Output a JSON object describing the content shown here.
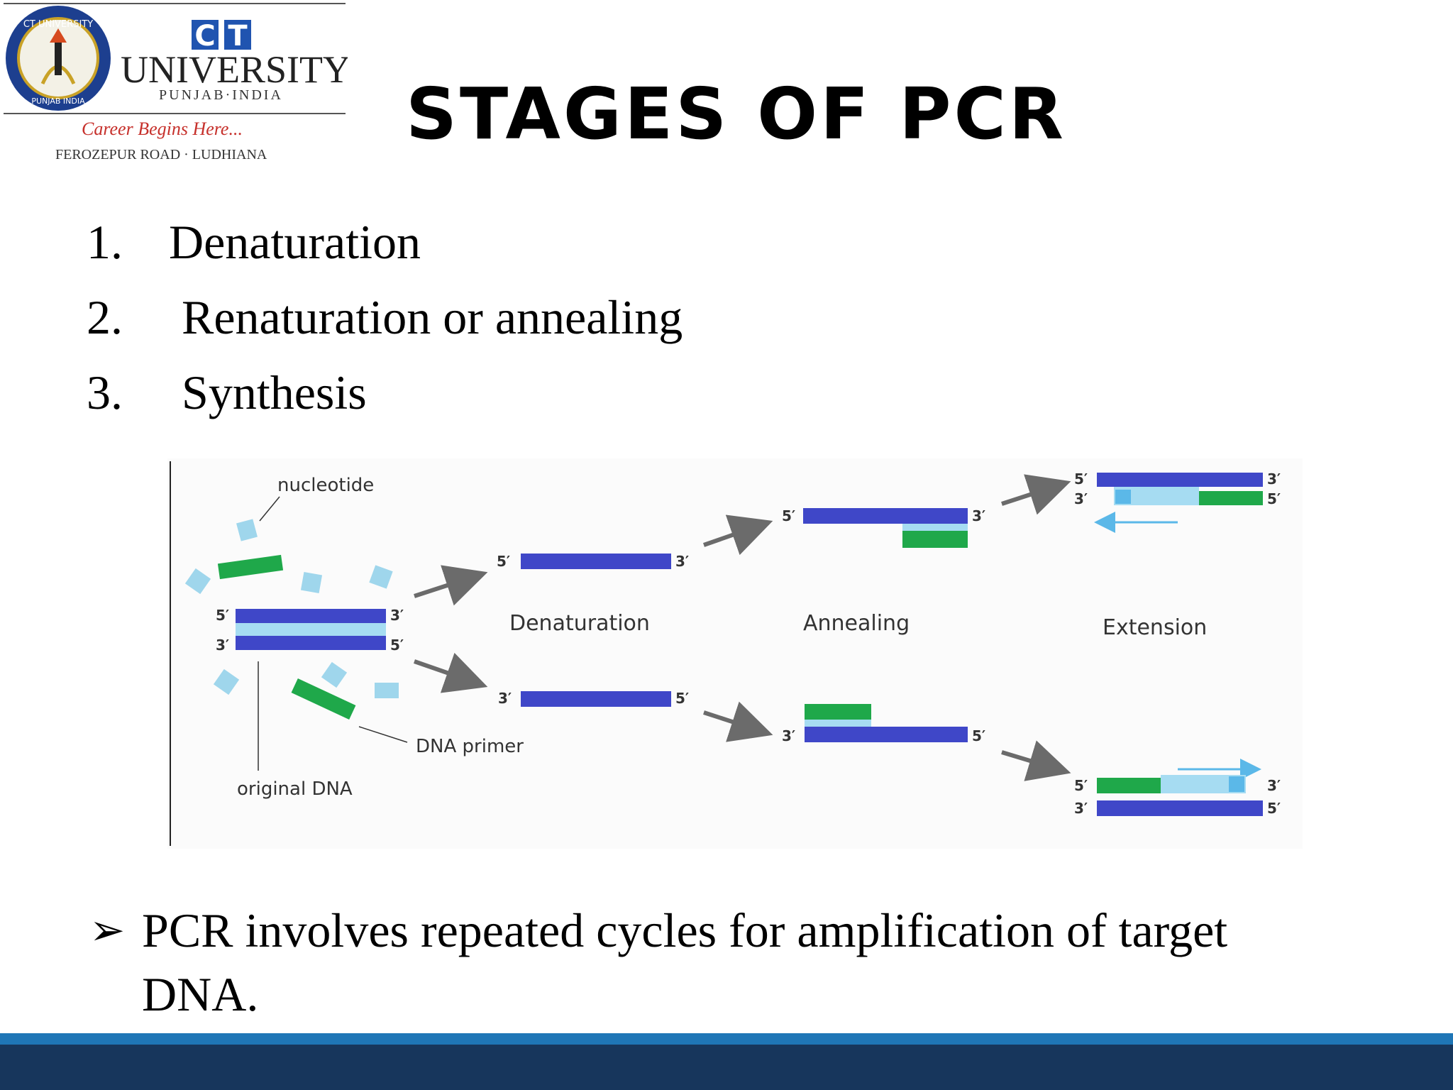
{
  "logo": {
    "ring_top": "CT UNIVERSITY",
    "ring_bottom": "PUNJAB INDIA",
    "ct": "CT",
    "university": "UNIVERSITY",
    "location": "PUNJAB·INDIA",
    "tagline": "Career Begins Here...",
    "address": "FEROZEPUR ROAD · LUDHIANA"
  },
  "title": "STAGES OF PCR",
  "stages": [
    {
      "num": "1.",
      "text": "Denaturation"
    },
    {
      "num": "2.",
      "text": "Renaturation or annealing"
    },
    {
      "num": "3.",
      "text": "Synthesis"
    }
  ],
  "diagram": {
    "labels": {
      "nucleotide": "nucleotide",
      "dna_primer": "DNA primer",
      "original_dna": "original DNA",
      "denaturation": "Denaturation",
      "annealing": "Annealing",
      "extension": "Extension"
    },
    "ends": {
      "five": "5′",
      "three": "3′"
    }
  },
  "bullet": {
    "symbol": "➢",
    "line1": "PCR involves repeated cycles for amplification of target",
    "line2": "DNA."
  },
  "colors": {
    "strand": "#3f47c8",
    "primer": "#1fa84a",
    "nucleotide": "#9fd6ec",
    "arrow": "#6b6b6b",
    "footer_accent": "#1f76b6",
    "footer": "#17365c"
  }
}
